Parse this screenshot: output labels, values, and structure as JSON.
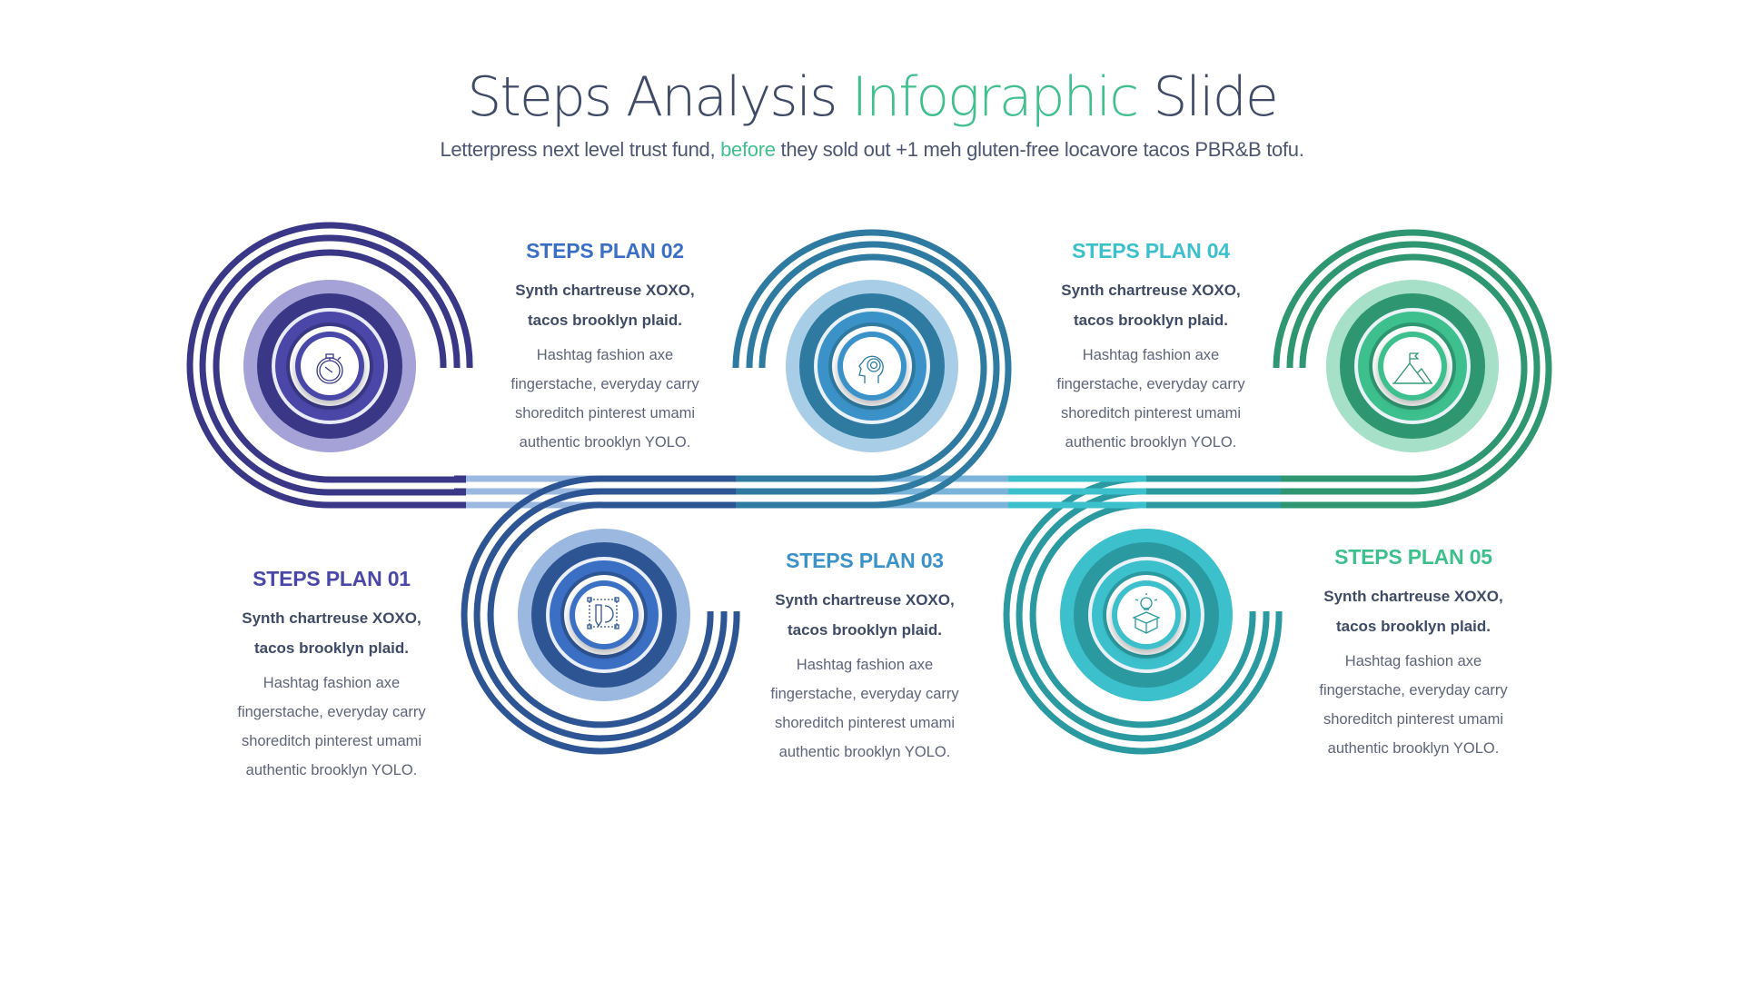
{
  "header": {
    "title_part1": "Steps Analysis ",
    "title_accent": "Infographic",
    "title_part2": " Slide",
    "subtitle_part1": "Letterpress next level trust fund, ",
    "subtitle_accent": "before",
    "subtitle_part2": " they sold out +1 meh gluten-free locavore tacos PBR&B tofu."
  },
  "colors": {
    "title_text": "#3f4a66",
    "accent_green": "#41bf8f",
    "body_text": "#5e6478",
    "lead_text": "#3f4a66"
  },
  "steps": [
    {
      "heading": "STEPS PLAN 01",
      "lead_line1": "Synth chartreuse XOXO,",
      "lead_line2": "tacos brooklyn plaid.",
      "body_line1": "Hashtag fashion axe",
      "body_line2": "fingerstache, everyday carry",
      "body_line3": "shoreditch pinterest umami",
      "body_line4": "authentic brooklyn YOLO.",
      "icon": "stopwatch-icon",
      "color": "#4a47a8"
    },
    {
      "heading": "STEPS PLAN 02",
      "lead_line1": "Synth chartreuse XOXO,",
      "lead_line2": "tacos brooklyn plaid.",
      "body_line1": "Hashtag fashion axe",
      "body_line2": "fingerstache, everyday carry",
      "body_line3": "shoreditch pinterest umami",
      "body_line4": "authentic brooklyn YOLO.",
      "icon": "design-pencil-gear-icon",
      "color": "#3a6fc4"
    },
    {
      "heading": "STEPS PLAN 03",
      "lead_line1": "Synth chartreuse XOXO,",
      "lead_line2": "tacos brooklyn plaid.",
      "body_line1": "Hashtag fashion axe",
      "body_line2": "fingerstache, everyday carry",
      "body_line3": "shoreditch pinterest umami",
      "body_line4": "authentic brooklyn YOLO.",
      "icon": "head-maze-icon",
      "color": "#3b8fc7"
    },
    {
      "heading": "STEPS PLAN 04",
      "lead_line1": "Synth chartreuse XOXO,",
      "lead_line2": "tacos brooklyn plaid.",
      "body_line1": "Hashtag fashion axe",
      "body_line2": "fingerstache, everyday carry",
      "body_line3": "shoreditch pinterest umami",
      "body_line4": "authentic brooklyn YOLO.",
      "icon": "idea-box-icon",
      "color": "#3cc0cc"
    },
    {
      "heading": "STEPS PLAN 05",
      "lead_line1": "Synth chartreuse XOXO,",
      "lead_line2": "tacos brooklyn plaid.",
      "body_line1": "Hashtag fashion axe",
      "body_line2": "fingerstache, everyday carry",
      "body_line3": "shoreditch pinterest umami",
      "body_line4": "authentic brooklyn YOLO.",
      "icon": "mountain-flag-icon",
      "color": "#3dbf8e"
    }
  ]
}
